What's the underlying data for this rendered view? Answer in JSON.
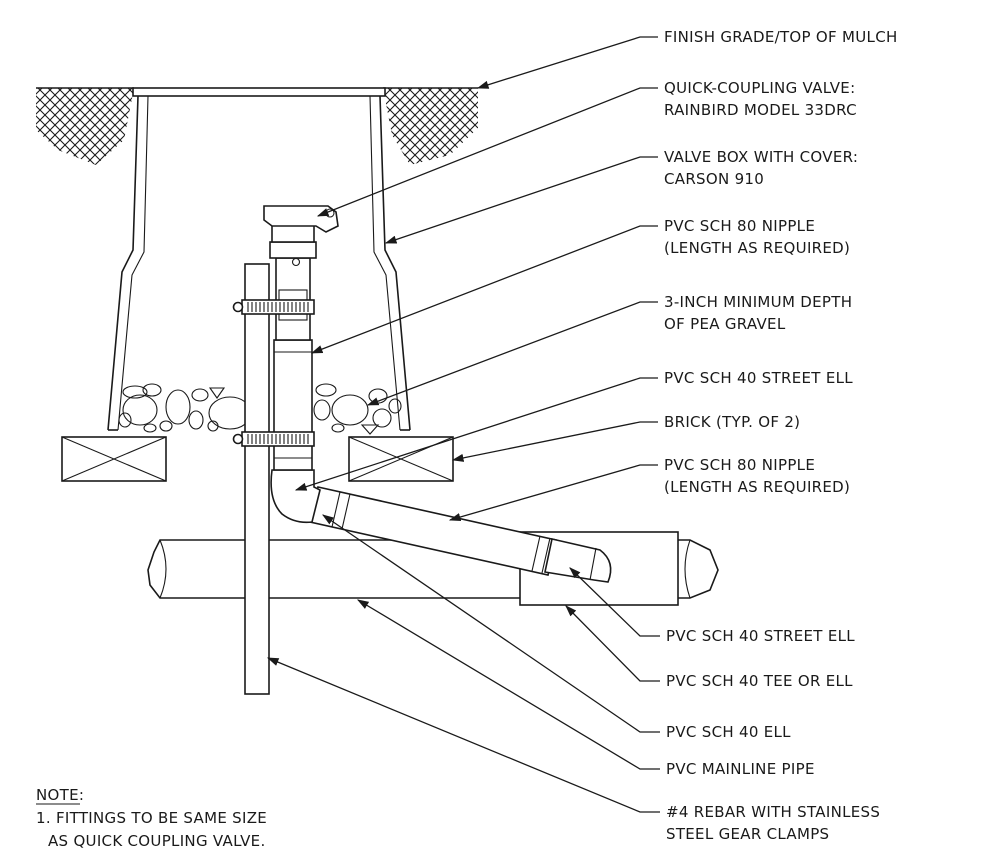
{
  "callouts": [
    {
      "lines": [
        "FINISH GRADE/TOP OF MULCH"
      ]
    },
    {
      "lines": [
        "QUICK-COUPLING VALVE:",
        "RAINBIRD MODEL 33DRC"
      ]
    },
    {
      "lines": [
        "VALVE BOX WITH COVER:",
        "CARSON 910"
      ]
    },
    {
      "lines": [
        "PVC SCH 80 NIPPLE",
        "(LENGTH AS REQUIRED)"
      ]
    },
    {
      "lines": [
        "3-INCH MINIMUM DEPTH",
        "OF PEA GRAVEL"
      ]
    },
    {
      "lines": [
        "PVC SCH 40 STREET ELL"
      ]
    },
    {
      "lines": [
        "BRICK (TYP. OF 2)"
      ]
    },
    {
      "lines": [
        "PVC SCH 80 NIPPLE",
        "(LENGTH AS REQUIRED)"
      ]
    },
    {
      "lines": [
        "PVC SCH 40 STREET ELL"
      ]
    },
    {
      "lines": [
        "PVC SCH 40 TEE OR ELL"
      ]
    },
    {
      "lines": [
        "PVC SCH 40 ELL"
      ]
    },
    {
      "lines": [
        "PVC MAINLINE PIPE"
      ]
    },
    {
      "lines": [
        "#4 REBAR WITH STAINLESS",
        "STEEL GEAR CLAMPS"
      ]
    }
  ],
  "note": {
    "heading": "NOTE:",
    "items": [
      "1. FITTINGS TO BE SAME SIZE",
      "AS QUICK COUPLING VALVE."
    ]
  }
}
